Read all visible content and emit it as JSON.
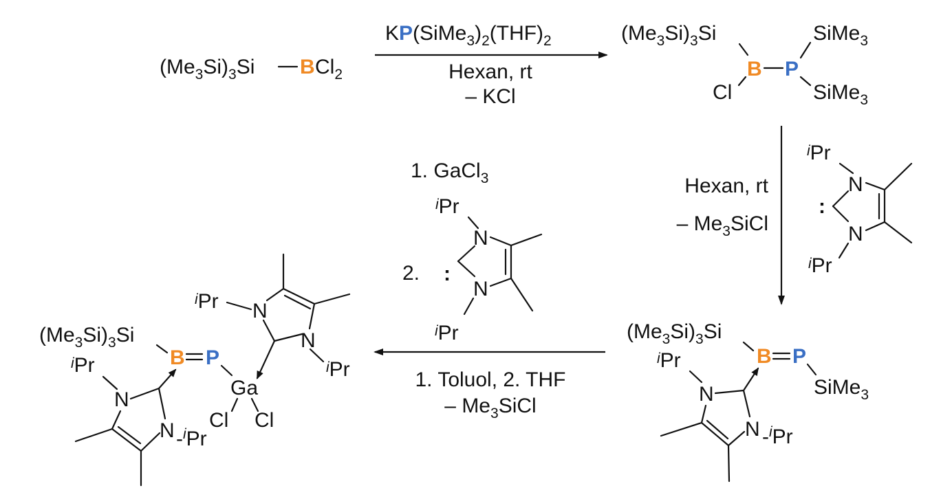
{
  "colors": {
    "boron": "#f08a24",
    "phosphorus": "#3a6fc4",
    "ink": "#111111",
    "background": "#ffffff"
  },
  "atoms": {
    "B": "B",
    "P": "P",
    "N": "N",
    "Ga": "Ga",
    "Cl": "Cl",
    "K": "K"
  },
  "groups": {
    "hyp_base": "(Me",
    "hyp_3": "3",
    "hyp_mid": "Si)",
    "hyp_tail": "Si",
    "simethyl": "SiMe",
    "sub3": "3",
    "sub2": "2",
    "ipr_sup": "i",
    "ipr_base": "Pr",
    "cl2_sub": "2",
    "thf_paren": "(THF)",
    "carbene_dots": ":"
  },
  "step1": {
    "reagent_prefix": "K",
    "reagent_mid": "(SiMe",
    "reagent_end": "(THF)",
    "conditions": "Hexan, rt",
    "byproduct": "– KCl"
  },
  "step2": {
    "conditions": "Hexan, rt",
    "byproduct": "– Me",
    "byproduct_end": "SiCl"
  },
  "step3": {
    "reagent1": "1. GaCl",
    "reagent2_num": "2.",
    "conditions": "1. Toluol, 2. THF",
    "byproduct": "– Me",
    "byproduct_end": "SiCl"
  }
}
